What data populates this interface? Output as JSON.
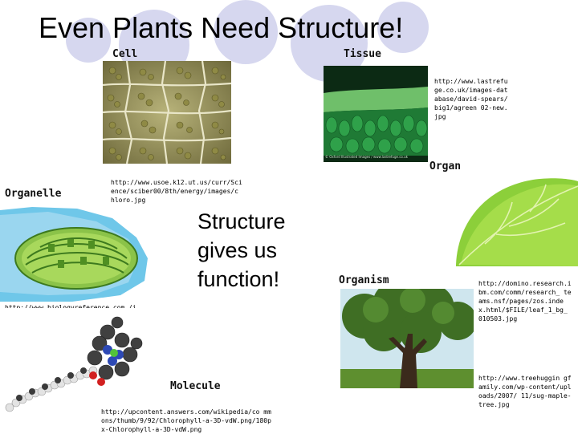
{
  "title": "Even Plants Need Structure!",
  "center_text": "Structure\ngives us\nfunction!",
  "labels": {
    "cell": "Cell",
    "tissue": "Tissue",
    "organ": "Organ",
    "organelle": "Organelle",
    "organism": "Organism",
    "molecule": "Molecule"
  },
  "urls": {
    "tissue": "http://www.lastrefu ge.co.uk/images-database/david-spears/big1/agreen 02-new.jpg",
    "organelle_chloro": "http://www.usoe.k12.ut.us/curr/Sci ence/sciber00/8th/energy/images/c hloro.jpg",
    "organelle_bio": "http://www.biologyreference.com /images/biol_01_img0077.jpg",
    "organ": "http://domino.research.i bm.com/comm/research_ teams.nsf/pages/zos.inde x.html/$FILE/leaf_1_bg_ 010503.jpg",
    "organism": "http://www.treehuggin gfamily.com/wp-content/uploads/2007/ 11/sug-maple-tree.jpg",
    "molecule": "http://upcontent.answers.com/wikipedia/co mmons/thumb/9/92/Chlorophyll-a-3D-vdW.png/180px-Chlorophyll-a-3D-vdW.png"
  },
  "photo_caption": "© Oxford Illustrated Images / www.lastrefuge.co.uk"
}
